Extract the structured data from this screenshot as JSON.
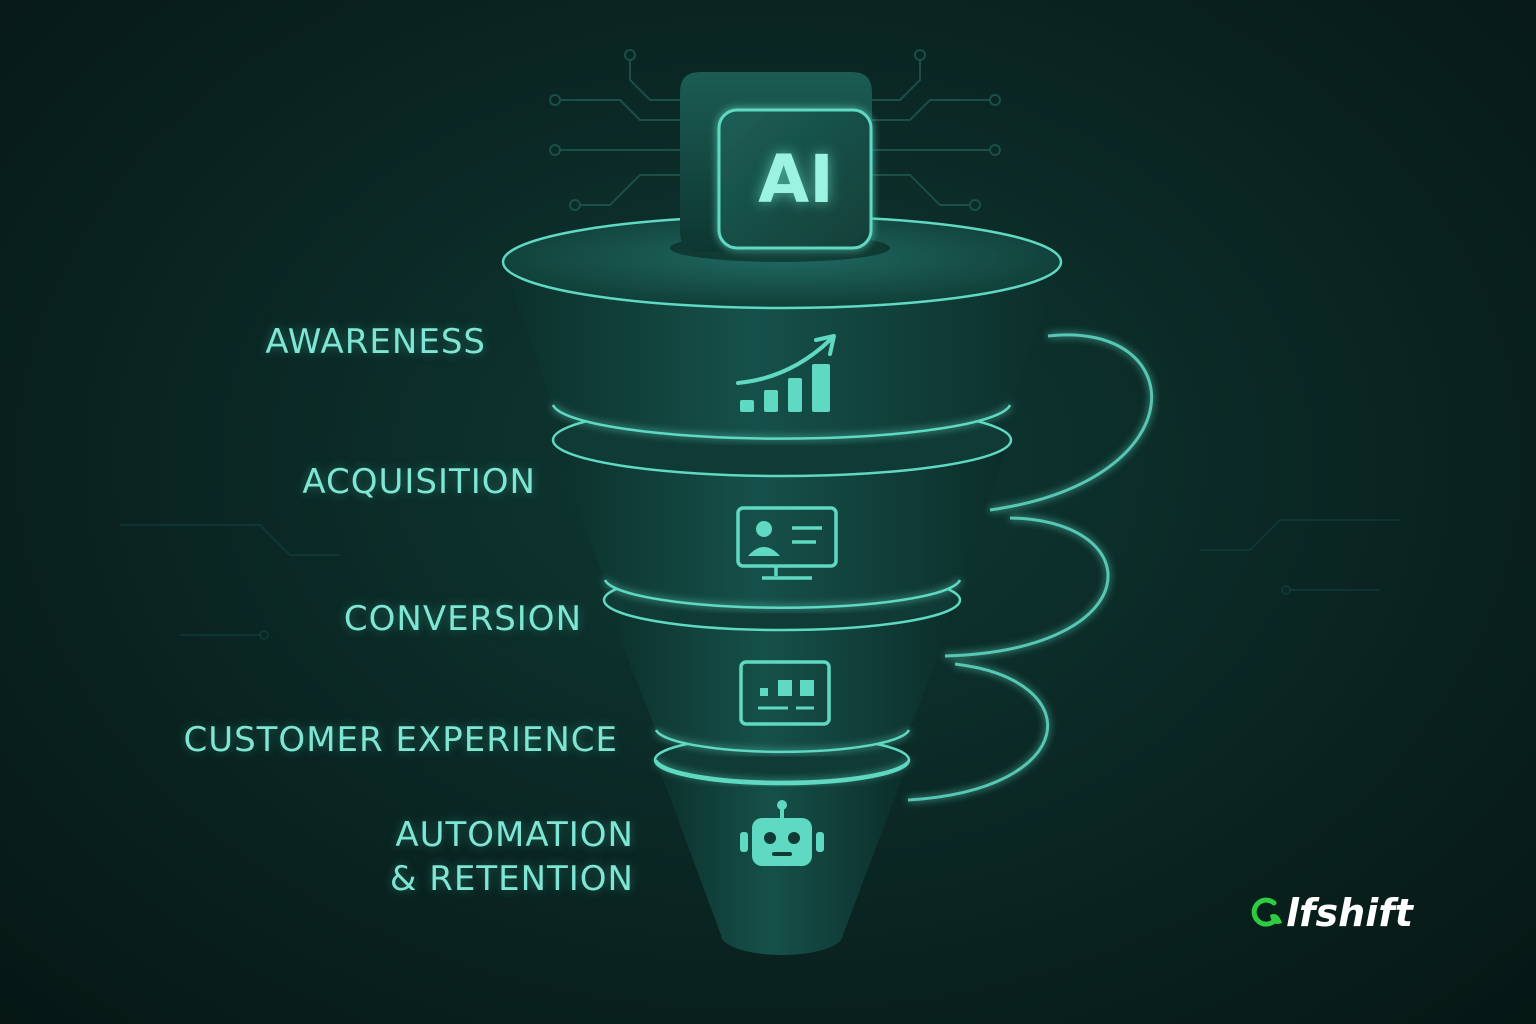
{
  "badge": {
    "label": "AI"
  },
  "stages": [
    {
      "label": "AWARENESS",
      "icon": "growth-chart-icon"
    },
    {
      "label": "ACQUISITION",
      "icon": "profile-card-monitor-icon"
    },
    {
      "label": "CONVERSION",
      "icon": "dashboard-panel-icon"
    },
    {
      "label": "CUSTOMER EXPERIENCE",
      "icon": ""
    },
    {
      "label": "AUTOMATION\n& RETENTION",
      "icon": "robot-icon"
    }
  ],
  "logo": {
    "text": "lfshift",
    "icon": "logo-mark-icon"
  },
  "colors": {
    "background": "#0a2522",
    "accent": "#5fd9c2",
    "label": "#7fe6d3",
    "logo_green": "#2ecc40"
  }
}
